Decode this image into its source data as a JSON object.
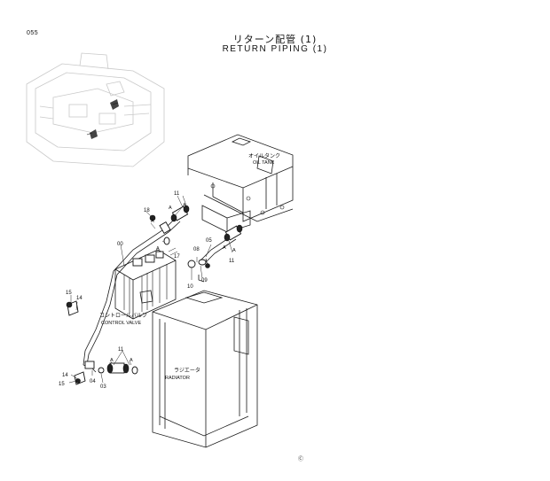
{
  "header": {
    "page_number": "055",
    "title_jp": "リターン配管 (1)",
    "title_en": "RETURN PIPING (1)"
  },
  "components": {
    "oil_tank_jp": "オイルタンク",
    "oil_tank_en": "OIL TANK",
    "control_valve_jp": "コントロールバルブ",
    "control_valve_en": "CONTROL VALVE",
    "radiator_jp": "ラジエータ",
    "radiator_en": "RADIATOR"
  },
  "callouts": {
    "p00": "00",
    "p03": "03",
    "p04": "04",
    "p05": "05",
    "p08": "08",
    "p09": "09",
    "p10": "10",
    "p11_top": "11",
    "p11_right": "11",
    "p11_bottom": "11",
    "p14_upper": "14",
    "p14_lower": "14",
    "p15_upper": "15",
    "p15_lower": "15",
    "p17": "17",
    "p18": "18",
    "a_marks": [
      "A",
      "A",
      "A",
      "A",
      "A",
      "A",
      "A",
      "A"
    ]
  },
  "footer": {
    "mark": "Ⓒ"
  }
}
